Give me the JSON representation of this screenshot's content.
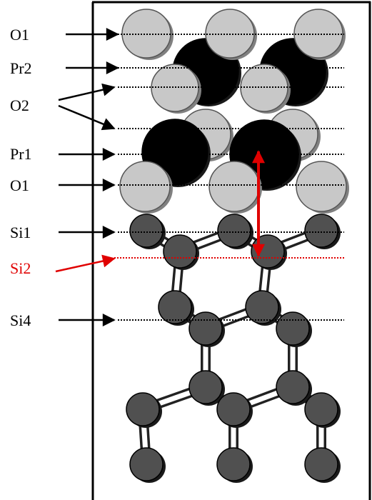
{
  "colors": {
    "background": "#ffffff",
    "frame": "#000000",
    "label_text": "#000000",
    "highlight": "#e00000",
    "oxygen_atom": "#c8c8c8",
    "praseodymium_atom": "#000000",
    "silicon_atom": "#505050",
    "bond": "#ffffff",
    "layer_line": "#000000"
  },
  "layers": [
    {
      "label": "O1",
      "atom": "oxygen"
    },
    {
      "label": "Pr2",
      "atom": "praseodymium"
    },
    {
      "label": "O2",
      "atom": "oxygen"
    },
    {
      "label": "Pr1",
      "atom": "praseodymium"
    },
    {
      "label": "O1",
      "atom": "oxygen"
    },
    {
      "label": "Si1",
      "atom": "silicon"
    },
    {
      "label": "Si2",
      "atom": "silicon",
      "highlighted": true
    },
    {
      "label": "Si4",
      "atom": "silicon"
    }
  ],
  "annotations": {
    "distance_arrow": "double-headed red arrow spanning Pr1 to Si2",
    "o2_label_points_to": "two O2 sublayers"
  },
  "icons": {
    "layer_arrow": "arrow-right-icon",
    "distance_marker": "double-arrow-icon"
  }
}
